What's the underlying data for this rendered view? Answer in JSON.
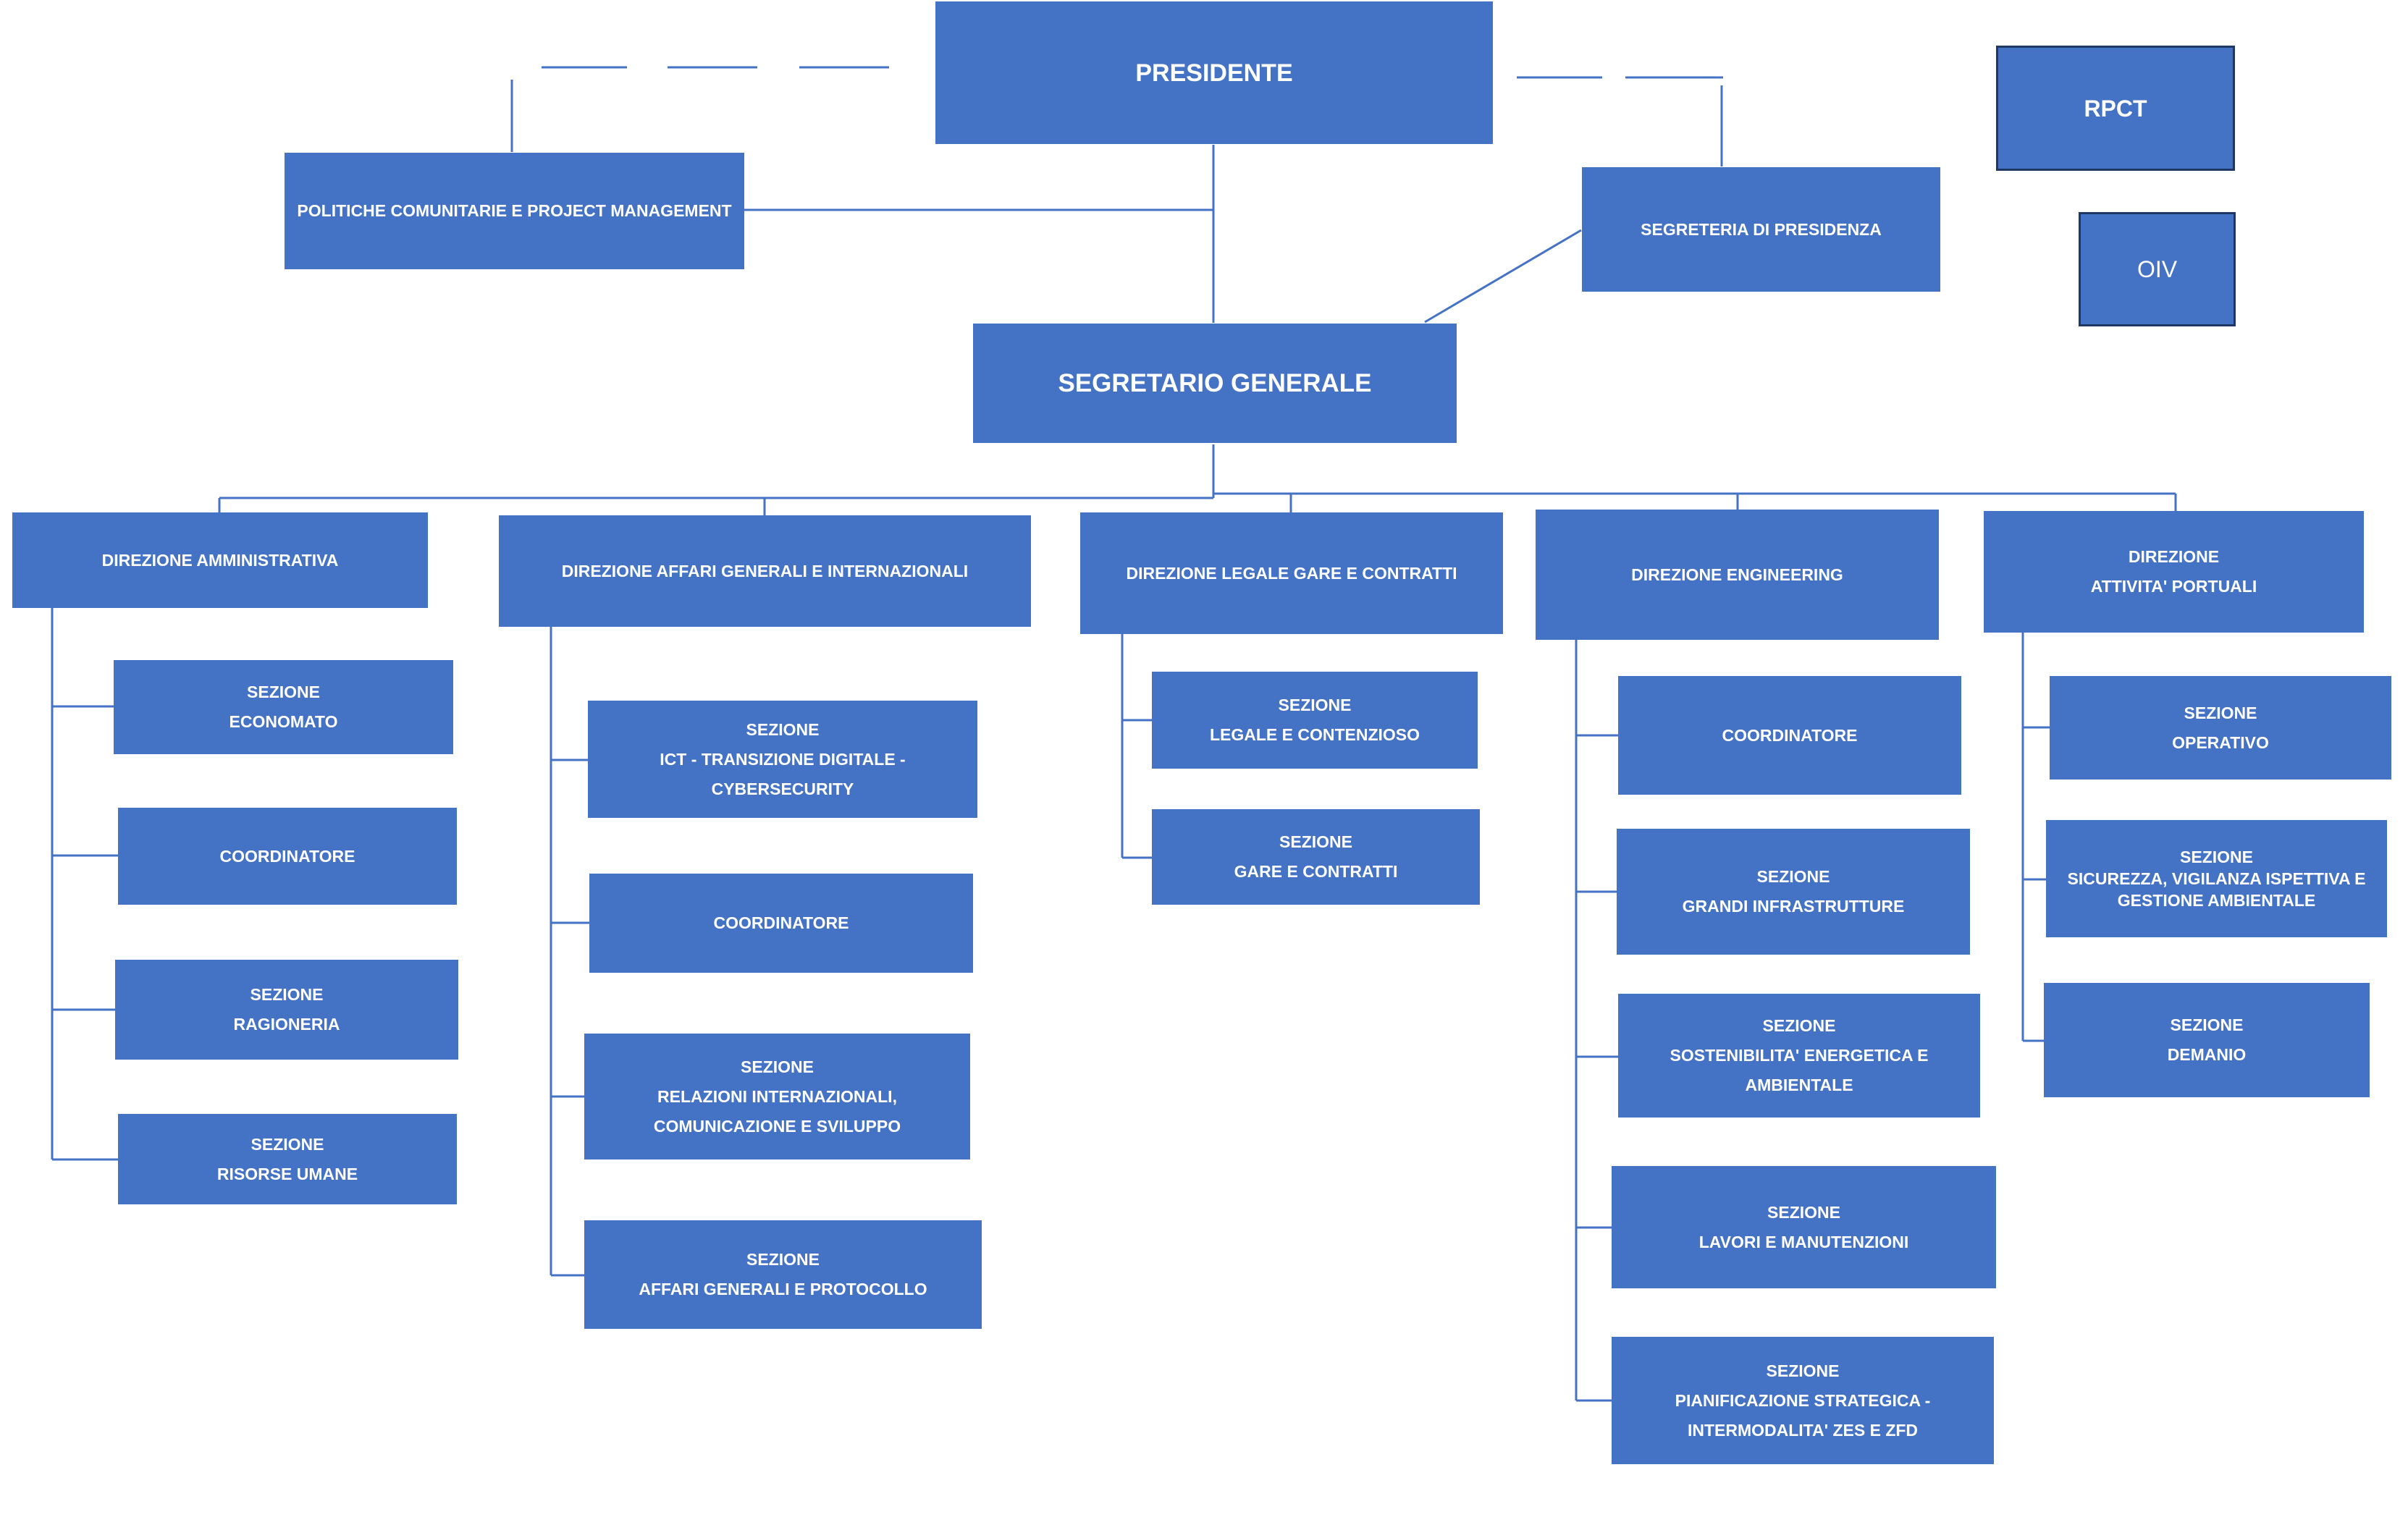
{
  "presidente": {
    "label": "PRESIDENTE"
  },
  "politiche": {
    "label": "POLITICHE COMUNITARIE E PROJECT MANAGEMENT"
  },
  "segreteria_presidenza": {
    "label": "SEGRETERIA DI PRESIDENZA"
  },
  "segretario_generale": {
    "label": "SEGRETARIO GENERALE"
  },
  "rpct": {
    "label": "RPCT"
  },
  "oiv": {
    "label": "OIV"
  },
  "direzioni": [
    {
      "title": [
        "DIREZIONE AMMINISTRATIVA"
      ],
      "sezioni": [
        {
          "lines": [
            "SEZIONE",
            "ECONOMATO"
          ]
        },
        {
          "lines": [
            "COORDINATORE"
          ]
        },
        {
          "lines": [
            "SEZIONE",
            "RAGIONERIA"
          ]
        },
        {
          "lines": [
            "SEZIONE",
            "RISORSE UMANE"
          ]
        }
      ]
    },
    {
      "title": [
        "DIREZIONE AFFARI GENERALI E INTERNAZIONALI"
      ],
      "sezioni": [
        {
          "lines": [
            "SEZIONE",
            "ICT - TRANSIZIONE DIGITALE - CYBERSECURITY"
          ]
        },
        {
          "lines": [
            "COORDINATORE"
          ]
        },
        {
          "lines": [
            "SEZIONE",
            "RELAZIONI INTERNAZIONALI,",
            "COMUNICAZIONE E SVILUPPO"
          ]
        },
        {
          "lines": [
            "SEZIONE",
            "AFFARI GENERALI E PROTOCOLLO"
          ]
        }
      ]
    },
    {
      "title": [
        "DIREZIONE  LEGALE GARE E CONTRATTI"
      ],
      "sezioni": [
        {
          "lines": [
            "SEZIONE",
            "LEGALE E CONTENZIOSO"
          ]
        },
        {
          "lines": [
            "SEZIONE",
            "GARE E CONTRATTI"
          ]
        }
      ]
    },
    {
      "title": [
        "DIREZIONE  ENGINEERING"
      ],
      "sezioni": [
        {
          "lines": [
            "COORDINATORE"
          ]
        },
        {
          "lines": [
            "SEZIONE",
            "GRANDI INFRASTRUTTURE"
          ]
        },
        {
          "lines": [
            "SEZIONE",
            "SOSTENIBILITA' ENERGETICA E AMBIENTALE"
          ]
        },
        {
          "lines": [
            "SEZIONE",
            "LAVORI E MANUTENZIONI"
          ]
        },
        {
          "lines": [
            "SEZIONE",
            "PIANIFICAZIONE STRATEGICA -",
            "INTERMODALITA' ZES E ZFD"
          ]
        }
      ]
    },
    {
      "title": [
        "DIREZIONE",
        "ATTIVITA' PORTUALI"
      ],
      "sezioni": [
        {
          "lines": [
            "SEZIONE",
            "OPERATIVO"
          ]
        },
        {
          "lines": [
            "SEZIONE",
            "SICUREZZA, VIGILANZA ISPETTIVA E",
            "GESTIONE AMBIENTALE"
          ]
        },
        {
          "lines": [
            "SEZIONE",
            "DEMANIO"
          ]
        }
      ]
    }
  ],
  "colors": {
    "box_fill": "#4472c4",
    "connector": "#4472c4",
    "box_outline": "#1f3864",
    "text": "#ffffff"
  }
}
